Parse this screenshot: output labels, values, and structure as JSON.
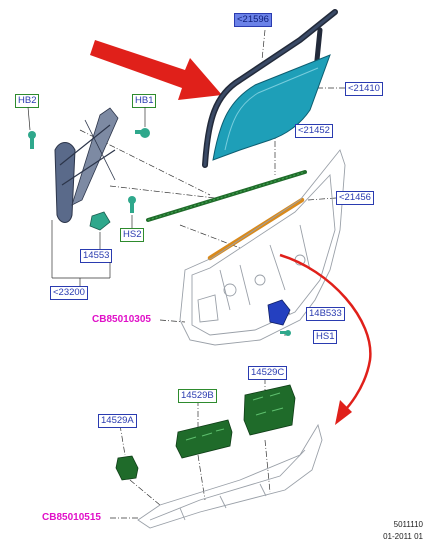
{
  "labels": {
    "p21596": "<21596",
    "p21410": "<21410",
    "p21452": "<21452",
    "p21456": "<21456",
    "hb2": "HB2",
    "hb1": "HB1",
    "hs2": "HS2",
    "p14553": "14553",
    "p23200": "<23200",
    "p14b533": "14B533",
    "hs1": "HS1",
    "p14529c": "14529C",
    "p14529b": "14529B",
    "p14529a": "14529A"
  },
  "callouts": {
    "cb_door": "CB85010305",
    "cb_trim": "CB85010515"
  },
  "footer": {
    "line1": "5011110",
    "line2": "01-2011 01"
  },
  "colors": {
    "arrow": "#e0201a",
    "glass": "#1e9fb8",
    "seal_green": "#1f6b2a",
    "seal_orange": "#d98a1c",
    "hardware": "#2fa88c",
    "regulator": "#5a6a8a",
    "motor": "#2440c0",
    "label_border": "#2a3bb0",
    "callout": "#e010c8"
  }
}
